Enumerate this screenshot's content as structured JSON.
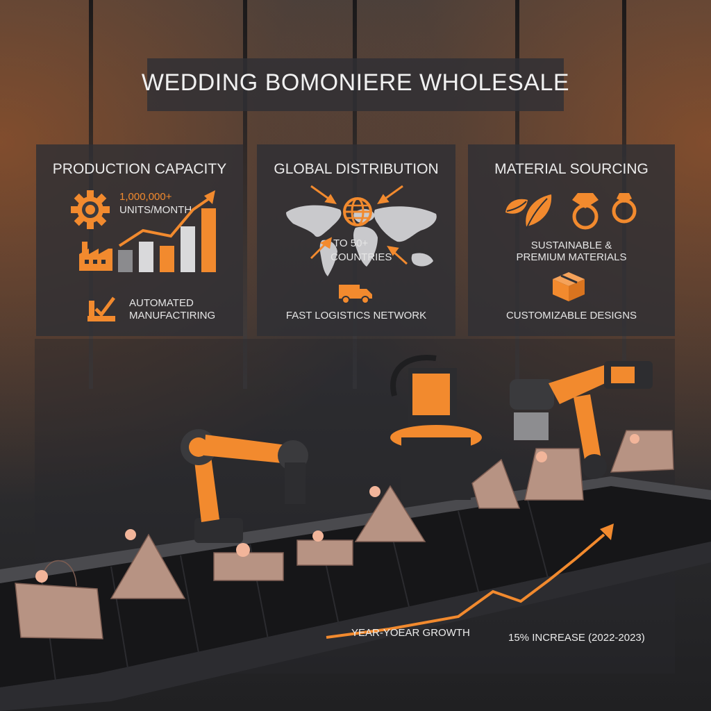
{
  "title": "WEDDING BOMONIERE WHOLESALE",
  "production": {
    "heading": "PRODUCTION CAPACITY",
    "units_value": "1,000,000+",
    "units_label": "UNITS/MONTH",
    "automated_line1": "AUTOMATED",
    "automated_line2": "MANUFACTIRING",
    "icons": [
      "gear-icon",
      "factory-icon",
      "automation-icon",
      "bar-chart-icon",
      "trend-arrow-icon"
    ]
  },
  "distribution": {
    "heading": "GLOBAL DISTRIBUTION",
    "countries_line1": "TO 50+",
    "countries_line2": "COUNTRIES",
    "logistics": "FAST LOGISTICS NETWORK",
    "icons": [
      "globe-icon",
      "world-map-icon",
      "truck-icon"
    ]
  },
  "sourcing": {
    "heading": "MATERIAL SOURCING",
    "materials_line1": "SUSTAINABLE &",
    "materials_line2": "PREMIUM MATERIALS",
    "custom": "CUSTOMIZABLE DESIGNS",
    "icons": [
      "leaf-icon",
      "diamond-ring-icon",
      "ring-icon",
      "box-icon"
    ]
  },
  "growth": {
    "label": "YEAR-YOEAR GROWTH",
    "increase": "15% INCREASE (2022-2023)"
  },
  "colors": {
    "accent": "#f28a2e",
    "panel": "#303034",
    "text": "#ececec"
  }
}
